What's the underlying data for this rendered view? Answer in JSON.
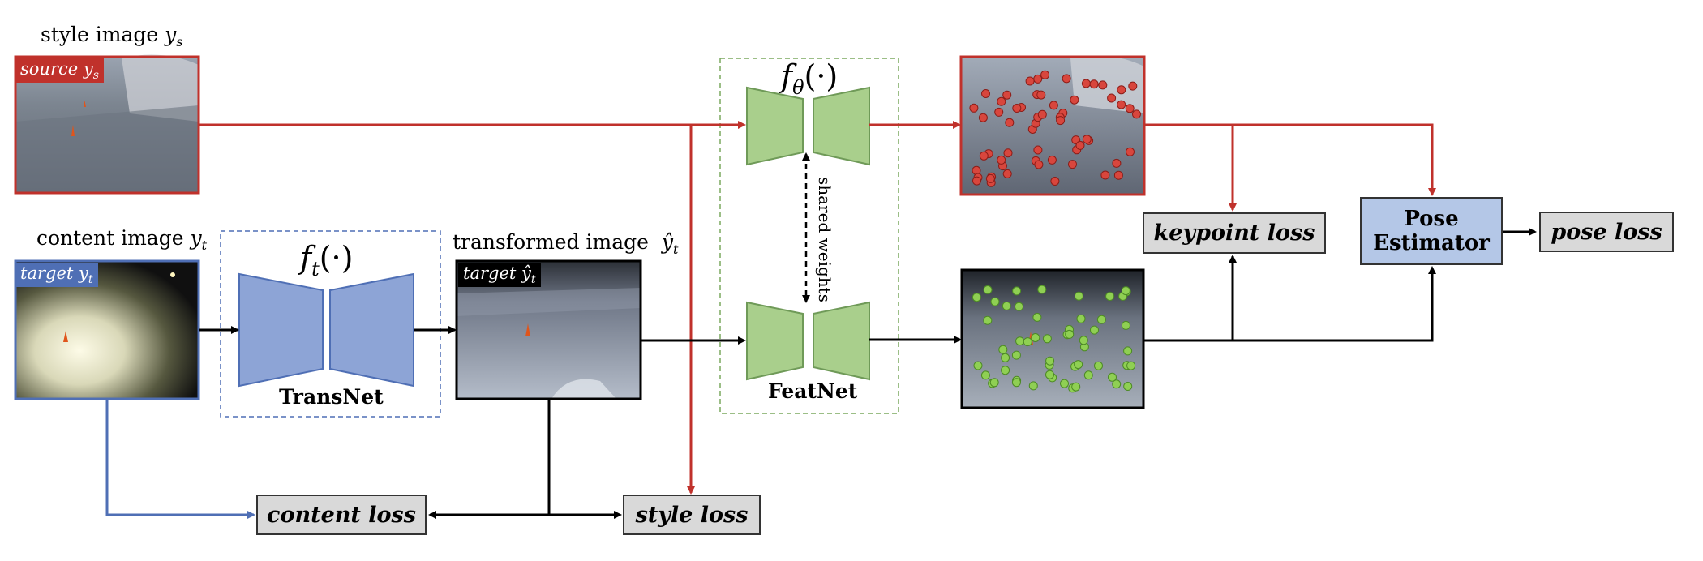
{
  "colors": {
    "red": "#c0312b",
    "blue": "#4f6fb5",
    "trans_net_fill": "#8da4d6",
    "feat_net_fill": "#a9cf8c",
    "loss_fill": "#d9d9d9",
    "pose_fill": "#b4c7e7"
  },
  "labels": {
    "style_image": "style image",
    "style_image_sym": "y",
    "style_image_sub": "s",
    "content_image": "content image",
    "content_image_sym": "y",
    "content_image_sub": "t",
    "transformed_image": "transformed image",
    "transformed_image_sym": "ŷ",
    "transformed_image_sub": "t"
  },
  "image_tags": {
    "source": "source",
    "source_sym": "y",
    "source_sub": "s",
    "target": "target",
    "target_sym": "y",
    "target_sub": "t",
    "target_hat": "target",
    "target_hat_sym": "ŷ",
    "target_hat_sub": "t"
  },
  "networks": {
    "trans_net": "TransNet",
    "trans_net_fn": "f",
    "trans_net_fn_sub": "t",
    "trans_net_fn_arg": "(·)",
    "feat_net": "FeatNet",
    "feat_net_fn": "f",
    "feat_net_fn_sub": "θ",
    "feat_net_fn_arg": "(·)",
    "shared_weights": "shared weights"
  },
  "losses": {
    "keypoint": "keypoint loss",
    "pose": "pose loss",
    "content": "content loss",
    "style": "style loss"
  },
  "pose_estimator": {
    "line1": "Pose",
    "line2": "Estimator"
  }
}
